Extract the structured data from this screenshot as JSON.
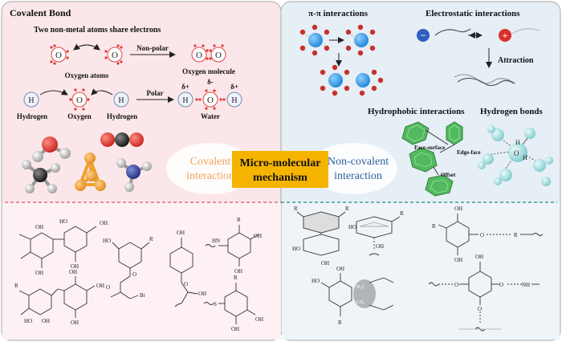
{
  "left_panel": {
    "title": "Covalent Bond",
    "subtitle": "Two non-metal atoms share electrons",
    "atom_o": "O",
    "atom_h": "H",
    "oxygen_atoms_label": "Oxygen atoms",
    "nonpolar_label": "Non-polar",
    "oxygen_molecule_label": "Oxygen molecule",
    "polar_label": "Polar",
    "hydrogen_label": "Hydrogen",
    "oxygen_label": "Oxygen",
    "water_label": "Water",
    "delta_plus": "δ+",
    "delta_minus": "δ-"
  },
  "right_panel": {
    "pi_title": "π-π interactions",
    "electrostatic_title": "Electrostatic interactions",
    "attraction_label": "Attraction",
    "hydrophobic_title": "Hydrophobic interactions",
    "hbond_title": "Hydrogen bonds",
    "face_surface": "Face-surface",
    "edge_face": "Edge-face",
    "offset": "Offset",
    "minus_sign": "−",
    "plus_sign": "+",
    "atom_h": "H",
    "atom_o": "O"
  },
  "center": {
    "covalent_line1": "Covalent",
    "covalent_line2": "interaction",
    "mechanism_line1": "Micro-molecular",
    "mechanism_line2": "mechanism",
    "noncovalent_line1": "Non-covalent",
    "noncovalent_line2": "interaction"
  },
  "structures": {
    "oh": "OH",
    "ho": "HO",
    "r": "R",
    "o": "O",
    "br": "Br",
    "hn": "HN",
    "nh": "NH",
    "s": "S",
    "h3c": "H₃C",
    "ch3": "CH₃"
  },
  "colors": {
    "left_bg": "#fbe7ea",
    "right_bg": "#e6eef6",
    "covalent_text": "#f0a45a",
    "noncovalent_text": "#2b5f9e",
    "center_box": "#f5b400",
    "oxygen_red": "#e23a33",
    "pi_blue": "#3aa1ea",
    "hydrophobic_green": "#4db35a"
  }
}
